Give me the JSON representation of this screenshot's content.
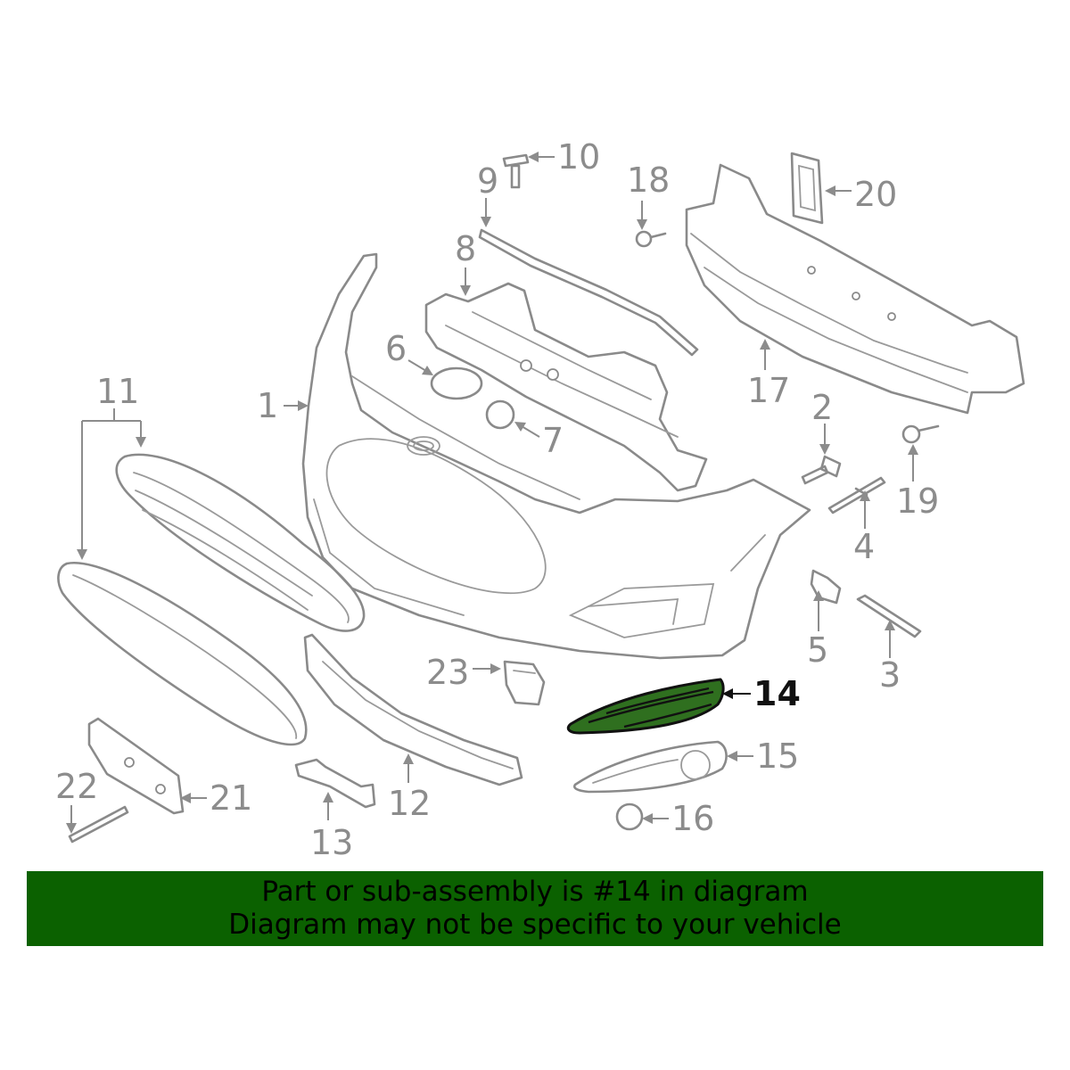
{
  "parts": [
    {
      "id": "1",
      "label": "1"
    },
    {
      "id": "2",
      "label": "2"
    },
    {
      "id": "3",
      "label": "3"
    },
    {
      "id": "4",
      "label": "4"
    },
    {
      "id": "5",
      "label": "5"
    },
    {
      "id": "6",
      "label": "6"
    },
    {
      "id": "7",
      "label": "7"
    },
    {
      "id": "8",
      "label": "8"
    },
    {
      "id": "9",
      "label": "9"
    },
    {
      "id": "10",
      "label": "10"
    },
    {
      "id": "11",
      "label": "11"
    },
    {
      "id": "12",
      "label": "12"
    },
    {
      "id": "13",
      "label": "13"
    },
    {
      "id": "14",
      "label": "14"
    },
    {
      "id": "15",
      "label": "15"
    },
    {
      "id": "16",
      "label": "16"
    },
    {
      "id": "17",
      "label": "17"
    },
    {
      "id": "18",
      "label": "18"
    },
    {
      "id": "19",
      "label": "19"
    },
    {
      "id": "20",
      "label": "20"
    },
    {
      "id": "21",
      "label": "21"
    },
    {
      "id": "22",
      "label": "22"
    },
    {
      "id": "23",
      "label": "23"
    }
  ],
  "highlighted_part": "14",
  "colors": {
    "highlight_fill": "#2f6f1f",
    "banner_background": "#0b6100",
    "line_art": "#8a8a8a"
  },
  "banner": {
    "line1": "Part or sub-assembly is #14 in diagram",
    "line2": "Diagram may not be specific to your vehicle"
  }
}
